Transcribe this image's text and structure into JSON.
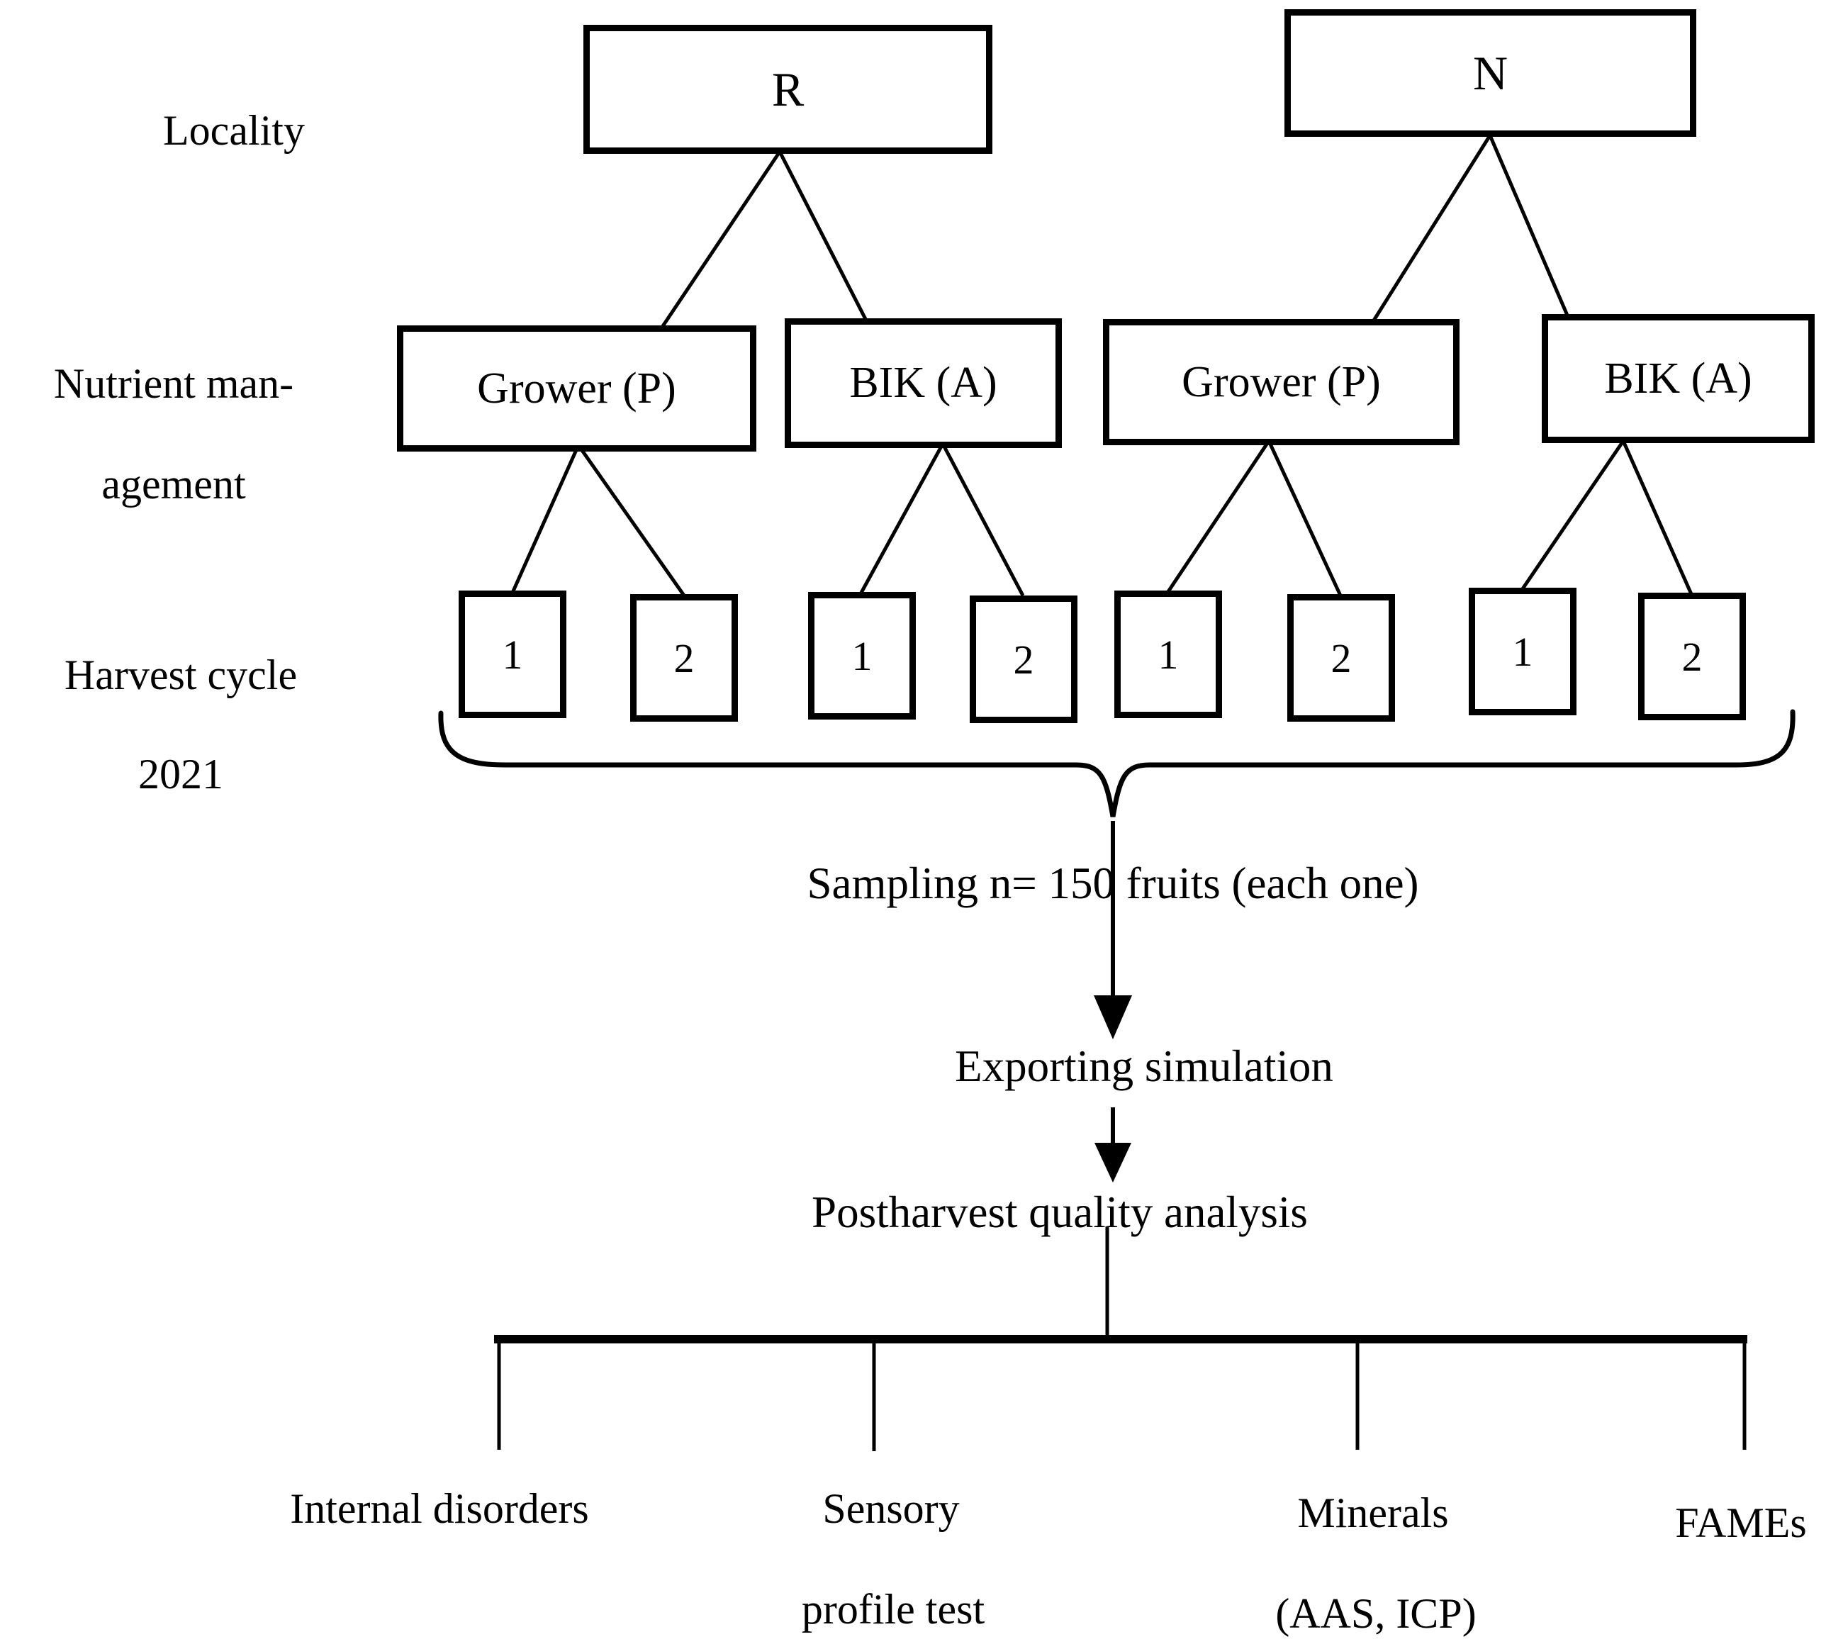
{
  "page": {
    "background": "#ffffff",
    "line_color": "#000000",
    "text_color": "#000000"
  },
  "diagram": {
    "row_labels": {
      "locality": "Locality",
      "nutrient_management_line1": "Nutrient man-",
      "nutrient_management_line2": "agement",
      "harvest_cycle_line1": "Harvest cycle",
      "harvest_cycle_line2": "2021"
    },
    "locality_nodes": [
      {
        "label": "R"
      },
      {
        "label": "N"
      }
    ],
    "management_nodes": [
      {
        "label": "Grower (P)"
      },
      {
        "label": "BIK (A)"
      },
      {
        "label": "Grower (P)"
      },
      {
        "label": "BIK (A)"
      }
    ],
    "harvest_nodes": [
      "1",
      "2",
      "1",
      "2",
      "1",
      "2",
      "1",
      "2"
    ],
    "sampling_label": "Sampling n= 150 fruits (each one)",
    "exporting_label": "Exporting simulation",
    "postharvest_label": "Postharvest quality analysis",
    "analysis_branches": [
      {
        "label": "Internal disorders"
      },
      {
        "label": "Sensory",
        "label2": "profile test"
      },
      {
        "label": "Minerals",
        "label2": "(AAS, ICP)"
      },
      {
        "label": "FAMEs"
      }
    ]
  }
}
